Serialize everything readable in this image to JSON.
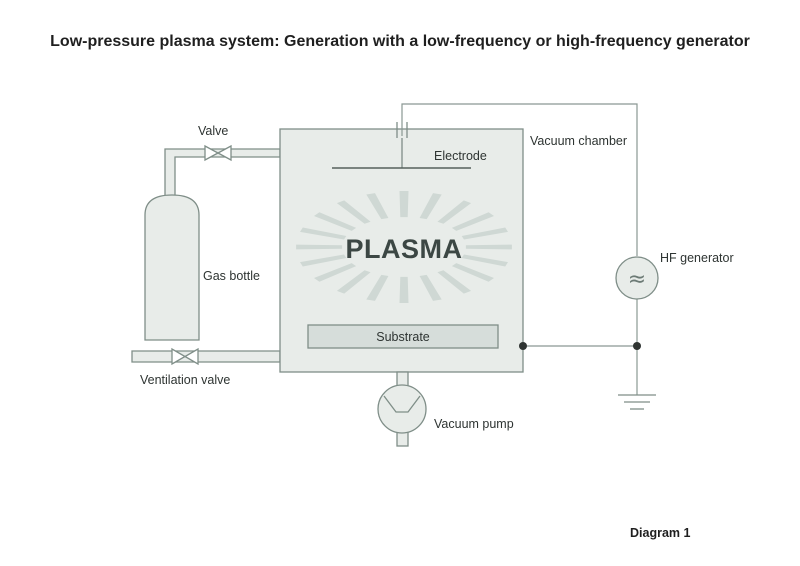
{
  "title": "Low-pressure plasma system: Generation with a low-frequency or high-frequency generator",
  "caption": "Diagram 1",
  "labels": {
    "valve": "Valve",
    "gas_bottle": "Gas bottle",
    "ventilation_valve": "Ventilation valve",
    "vacuum_chamber": "Vacuum chamber",
    "electrode": "Electrode",
    "plasma": "PLASMA",
    "substrate": "Substrate",
    "vacuum_pump": "Vacuum pump",
    "hf_generator": "HF generator",
    "hf_symbol": "≈"
  },
  "colors": {
    "component_fill": "#e8ece9",
    "component_stroke": "#7f8e88",
    "plasma_rays": "#cfd8d4",
    "plasma_text": "#3c4744",
    "junction_dot": "#2f3432"
  }
}
